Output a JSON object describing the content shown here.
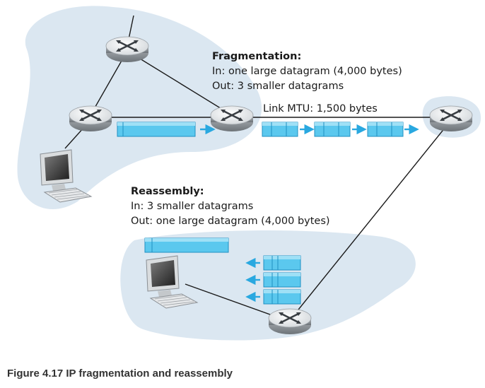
{
  "fragmentation": {
    "title": "Fragmentation:",
    "in": "In: one large datagram (4,000 bytes)",
    "out": "Out: 3 smaller datagrams"
  },
  "link": {
    "mtu": "Link MTU: 1,500 bytes"
  },
  "reassembly": {
    "title": "Reassembly:",
    "in": "In: 3 smaller datagrams",
    "out": "Out: one large datagram (4,000 bytes)"
  },
  "caption": "Figure 4.17 IP fragmentation and reassembly",
  "colors": {
    "cloud": "#dbe7f1",
    "datagram": "#5bc8ee",
    "datagram_edge": "#1f8fc2",
    "arrow": "#29a8e0",
    "router_top": "#ffffff",
    "router_side": "#8a8f94",
    "link": "#1a1a1a"
  },
  "icons": [
    "router-icon",
    "computer-icon",
    "datagram-icon",
    "arrow-icon"
  ]
}
